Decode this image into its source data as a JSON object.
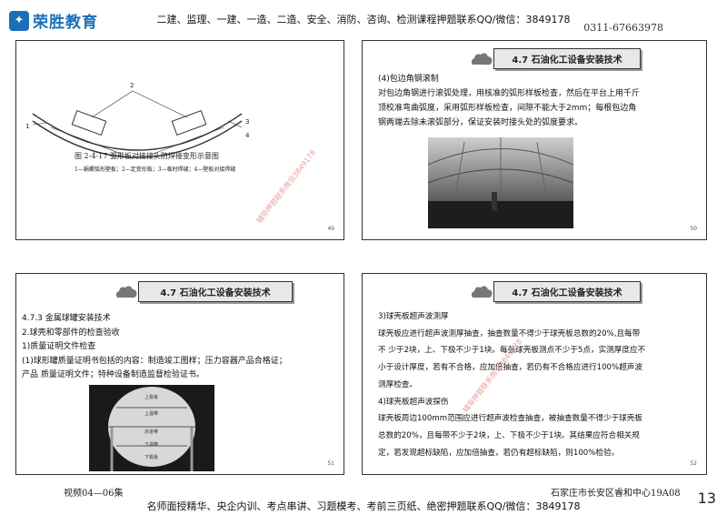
{
  "header": {
    "logo_text": "荣胜教育",
    "banner": "二建、监理、一建、一造、二造、安全、消防、咨询、检测课程押题联系QQ/微信：3849178",
    "phone": "0311-67663978"
  },
  "slide49": {
    "fig_label_top": "2",
    "fig_label_1": "1",
    "fig_label_3": "3",
    "fig_label_4": "4",
    "caption": "图 2-4-17   弧形板对接接头防焊接变形示意图",
    "legend": "1—蜗螺弧形壁板；2—定变形板；3—临时焊缝；4—壁板对接焊缝",
    "watermark": "辅导押题联系微信3849178",
    "number": "49"
  },
  "slide50": {
    "header": "4.7  石油化工设备安装技术",
    "lines": [
      "(4)包边角钢滚制",
      "对包边角钢进行滚弧处理，用核准的弧形样板检查，然后在平台上用千斤",
      "顶校准弯曲弧度，采用弧形样板检查，间隙不能大于2mm；每根包边角",
      "钢两端去除未滚弧部分，保证安装时接头处的弧度要求。"
    ],
    "number": "50"
  },
  "slide51": {
    "header": "4.7  石油化工设备安装技术",
    "lines": [
      "4.7.3 金属球罐安装技术",
      "2.球壳和零部件的检查验收",
      "1)质量证明文件检查",
      "(1)球形罐质量证明书包括的内容：制造竣工图样；压力容器产品合格证；",
      "产品 质量证明文件；特种设备制造监督检验证书。"
    ],
    "band_labels": [
      "上极板",
      "上温带",
      "赤道带",
      "下温带",
      "下极板"
    ],
    "number": "51"
  },
  "slide52": {
    "header": "4.7  石油化工设备安装技术",
    "lines": [
      "3)球壳板超声波测厚",
      "球壳板应进行超声波测厚抽查，抽查数量不得少于球壳板总数的20%,且每带",
      "不 少于2块，上、下极不少于1块。每张球壳板测点不少于5点，实测厚度应不",
      "小于设计厚度，若有不合格，应加倍抽查，若仍有不合格应进行100%超声波",
      "测厚检查。",
      "4)球壳板超声波探伤",
      "球壳板周边100mm范围应进行超声波检查抽查，被抽查数量不得少于球壳板",
      "总数的20%，且每带不少于2块，上、下极不少于1块。其结果应符合相关规",
      "定，若发现超标缺陷，应加倍抽查，若仍有超标缺陷，则100%检验。"
    ],
    "watermark": "辅导押题联系微信3849178",
    "number": "52"
  },
  "footer": {
    "left": "视频04—06集",
    "right": "石家庄市长安区睿和中心19A08",
    "banner": "名师面授精华、央企内训、考点串讲、习题模考、考前三页纸、绝密押题联系QQ/微信：3849178",
    "page": "13"
  },
  "colors": {
    "brand": "#1b6fb8",
    "watermark": "#e9a0a0",
    "header_bg": "#e8e8e8"
  }
}
